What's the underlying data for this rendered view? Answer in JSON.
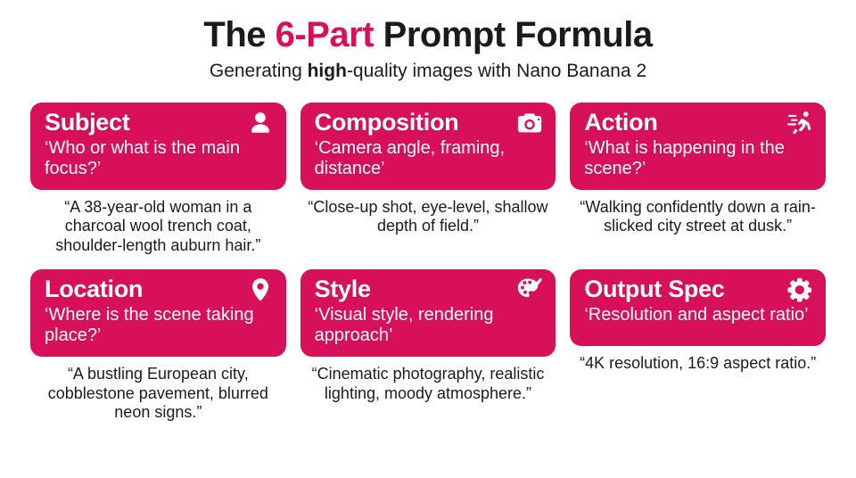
{
  "header": {
    "title_pre": "The ",
    "title_accent": "6-Part",
    "title_post": " Prompt Formula",
    "subtitle_pre": "Generating ",
    "subtitle_bold": "high",
    "subtitle_post": "-quality images with Nano Banana 2"
  },
  "theme": {
    "accent": "#D8105A",
    "background": "#FFFFFF",
    "card_text": "#FFFFFF",
    "caption_text": "#1B1B1B"
  },
  "cards": [
    {
      "title": "Subject",
      "subtitle": "‘Who or what is the main focus?’",
      "icon": "person-icon",
      "caption": "“A 38-year-old woman in a charcoal wool trench coat, shoulder-length auburn hair.”"
    },
    {
      "title": "Composition",
      "subtitle": "‘Camera angle, framing, distance’",
      "icon": "camera-icon",
      "caption": "“Close-up shot, eye-level, shallow depth of field.”"
    },
    {
      "title": "Action",
      "subtitle": "‘What is happening in the scene?’",
      "icon": "running-person-icon",
      "caption": "“Walking confidently down a rain-slicked city street at dusk.”"
    },
    {
      "title": "Location",
      "subtitle": "‘Where is the scene taking place?’",
      "icon": "map-pin-icon",
      "caption": "“A bustling European city, cobblestone pavement, blurred neon signs.”"
    },
    {
      "title": "Style",
      "subtitle": "‘Visual style, rendering approach’",
      "icon": "palette-brush-icon",
      "caption": "“Cinematic photography, realistic lighting, moody atmosphere.”"
    },
    {
      "title": "Output Spec",
      "subtitle": "‘Resolution and aspect ratio’",
      "icon": "gear-icon",
      "caption": "“4K resolution, 16:9 aspect ratio.”"
    }
  ]
}
